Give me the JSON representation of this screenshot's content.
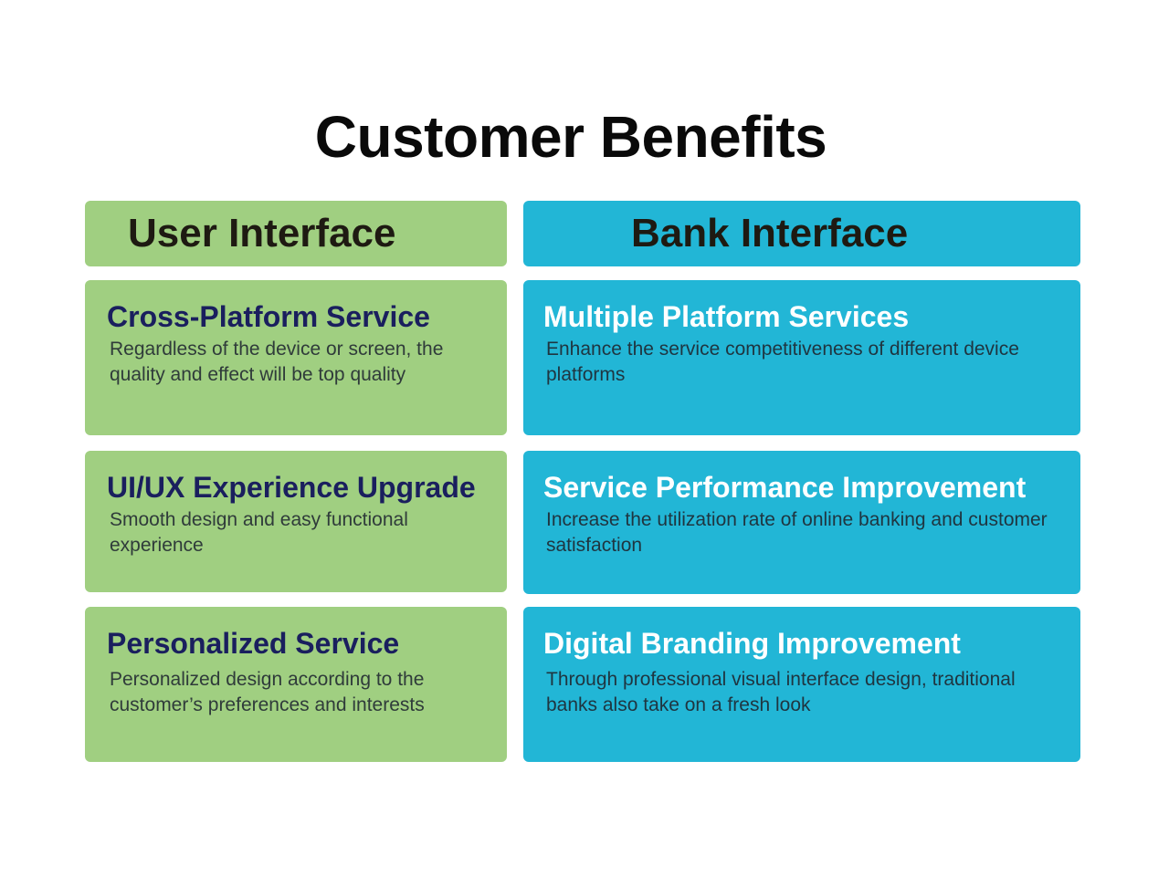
{
  "title": "Customer Benefits",
  "columns": [
    {
      "header": "User Interface",
      "color": "#a0cf81",
      "cards": [
        {
          "title": "Cross-Platform Service",
          "desc": "Regardless of the device or screen, the quality and effect will be top quality"
        },
        {
          "title": "UI/UX Experience Upgrade",
          "desc": "Smooth design and easy functional experience"
        },
        {
          "title": "Personalized Service",
          "desc": "Personalized design according to the customer’s preferences and interests"
        }
      ]
    },
    {
      "header": "Bank Interface",
      "color": "#22b6d6",
      "cards": [
        {
          "title": "Multiple Platform Services",
          "desc": "Enhance the service competitiveness of different device platforms"
        },
        {
          "title": "Service Performance Improvement",
          "desc": "Increase the utilization rate of online banking and customer satisfaction"
        },
        {
          "title": "Digital Branding Improvement",
          "desc": "Through professional visual interface design, traditional banks also take on a fresh look"
        }
      ]
    }
  ]
}
